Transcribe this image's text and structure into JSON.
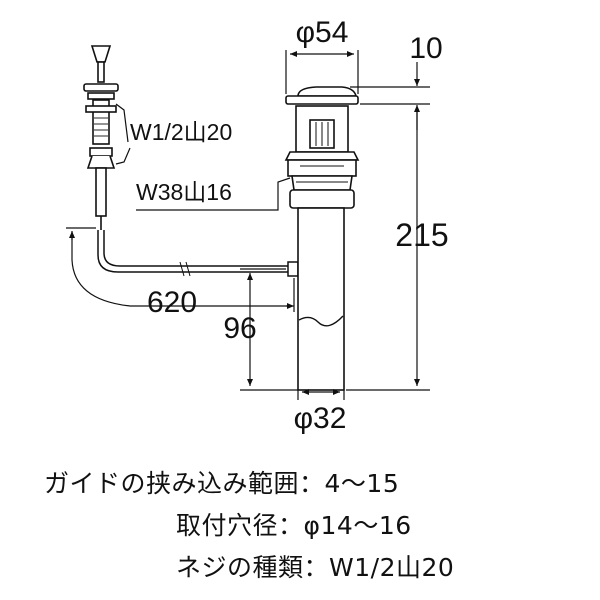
{
  "dimensions": {
    "top_diameter": "φ54",
    "cap_height": "10",
    "total_height": "215",
    "thread_lift": "W1/2山20",
    "thread_body": "W38山16",
    "rod_length": "620",
    "rod_height": "96",
    "pipe_diameter": "φ32"
  },
  "specs": [
    {
      "label": "ガイドの挟み込み範囲：",
      "value": "4〜15"
    },
    {
      "label": "取付穴径：",
      "value": "φ14〜16"
    },
    {
      "label": "ネジの種類：",
      "value": "W1/2山20"
    }
  ]
}
